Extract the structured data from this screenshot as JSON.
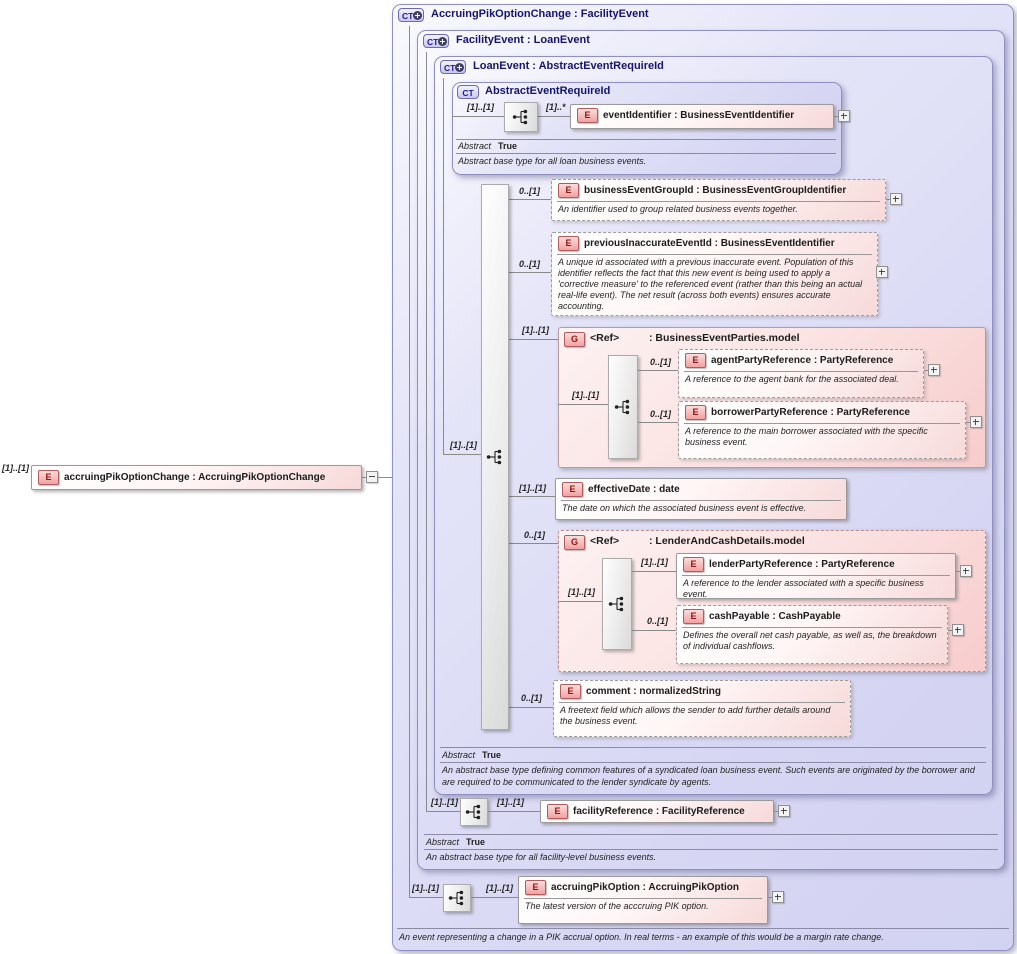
{
  "icons": {
    "ct": "CT",
    "e": "E",
    "g": "G"
  },
  "root_element": {
    "cardinality": "[1]..[1]",
    "label": "accruingPikOptionChange : AccruingPikOptionChange"
  },
  "outer": {
    "title": "AccruingPikOptionChange : FacilityEvent",
    "card1": "[1]..[1]",
    "card2": "[1]..[1]",
    "accruing_pik_option": {
      "label": "accruingPikOption : AccruingPikOption",
      "annotation": "The latest version of the acccruing PIK option."
    },
    "annotation": "An event representing a change in a PIK accrual option. In real terms - an example of this would be a margin rate change."
  },
  "facility_event": {
    "title": "FacilityEvent : LoanEvent",
    "card1": "[1]..[1]",
    "card2": "[1]..[1]",
    "facility_reference": {
      "label": "facilityReference : FacilityReference"
    },
    "abstract_label": "Abstract",
    "abstract_value": "True",
    "annotation": "An abstract base type for all facility-level business events."
  },
  "loan_event": {
    "title": "LoanEvent : AbstractEventRequireId",
    "seq_card": "[1]..[1]",
    "abstract_label": "Abstract",
    "abstract_value": "True",
    "annotation": "An abstract base type defining common features of a syndicated loan business event. Such events are originated by the borrower and are required to be communicated to the lender syndicate by agents.",
    "business_event_group_id": {
      "card": "0..[1]",
      "label": "businessEventGroupId : BusinessEventGroupIdentifier",
      "annotation": "An identifier used to group related business events together."
    },
    "previous_inaccurate_event_id": {
      "card": "0..[1]",
      "label": "previousInaccurateEventId : BusinessEventIdentifier",
      "annotation": "A unique id associated with a previous inaccurate event. Population of this identifier reflects the fact that this new event is being used to apply a 'corrective measure' to the referenced event (rather than this being an actual real-life event). The net result (across both events) ensures accurate accounting."
    },
    "business_event_parties": {
      "card": "[1]..[1]",
      "ref_label": "<Ref>",
      "type_label": ": BusinessEventParties.model",
      "seq_card": "[1]..[1]",
      "agent_party_reference": {
        "card": "0..[1]",
        "label": "agentPartyReference : PartyReference",
        "annotation": "A reference to the agent bank for the associated deal."
      },
      "borrower_party_reference": {
        "card": "0..[1]",
        "label": "borrowerPartyReference : PartyReference",
        "annotation": "A reference to the main borrower associated with the specific business event."
      }
    },
    "effective_date": {
      "card": "[1]..[1]",
      "label": "effectiveDate : date",
      "annotation": "The date on which the associated business event is effective."
    },
    "lender_and_cash_details": {
      "card": "0..[1]",
      "ref_label": "<Ref>",
      "type_label": ": LenderAndCashDetails.model",
      "seq_card": "[1]..[1]",
      "lender_party_reference": {
        "card": "[1]..[1]",
        "label": "lenderPartyReference : PartyReference",
        "annotation": "A reference to the lender associated with a specific business event."
      },
      "cash_payable": {
        "card": "0..[1]",
        "label": "cashPayable : CashPayable",
        "annotation": "Defines the overall net cash payable, as well as, the breakdown of individual cashflows."
      }
    },
    "comment": {
      "card": "0..[1]",
      "label": "comment : normalizedString",
      "annotation": "A freetext field which allows the sender to add further details around the business event."
    }
  },
  "abstract_event_require_id": {
    "title": "AbstractEventRequireId",
    "card1": "[1]..[1]",
    "card2": "[1]..*",
    "event_identifier": {
      "label": "eventIdentifier : BusinessEventIdentifier"
    },
    "abstract_label": "Abstract",
    "abstract_value": "True",
    "annotation": "Abstract base type for all loan business events."
  }
}
